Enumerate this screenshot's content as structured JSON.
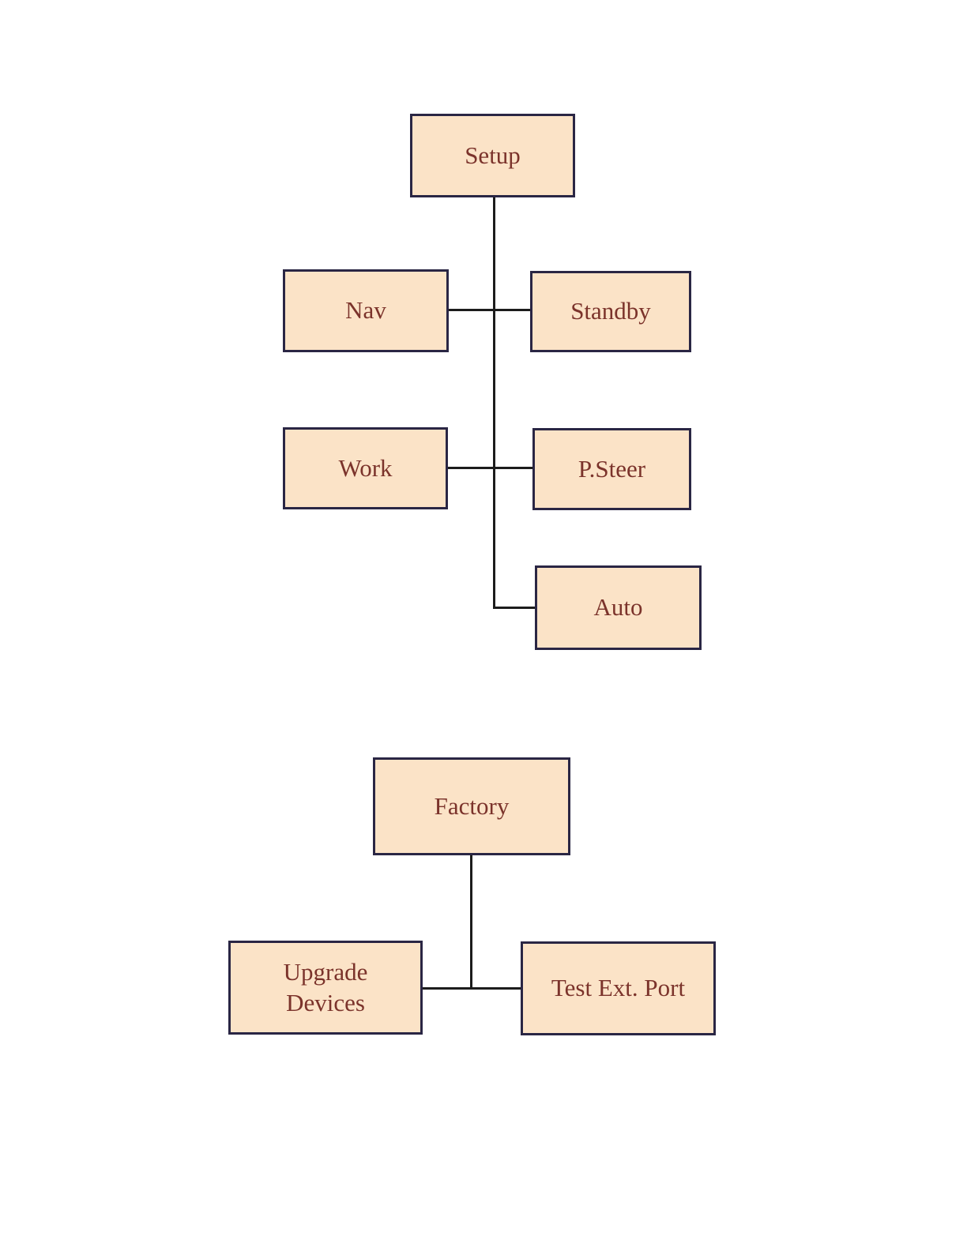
{
  "colors": {
    "background": "#ffffff",
    "box_fill": "#fbe3c7",
    "box_border": "#2a2644",
    "label_text": "#7b332b",
    "connector": "#1c1c1c"
  },
  "setup_tree": {
    "root": {
      "label": "Setup"
    },
    "children": [
      {
        "label": "Nav"
      },
      {
        "label": "Standby"
      },
      {
        "label": "Work"
      },
      {
        "label": "P.Steer"
      },
      {
        "label": "Auto"
      }
    ],
    "edges": [
      "Setup-Nav",
      "Setup-Standby",
      "Setup-Work",
      "Setup-P.Steer",
      "Setup-Auto"
    ]
  },
  "factory_tree": {
    "root": {
      "label": "Factory"
    },
    "children": [
      {
        "label": "Upgrade\nDevices"
      },
      {
        "label": "Test Ext. Port"
      }
    ],
    "edges": [
      "Factory-Upgrade Devices",
      "Factory-Test Ext. Port"
    ]
  }
}
